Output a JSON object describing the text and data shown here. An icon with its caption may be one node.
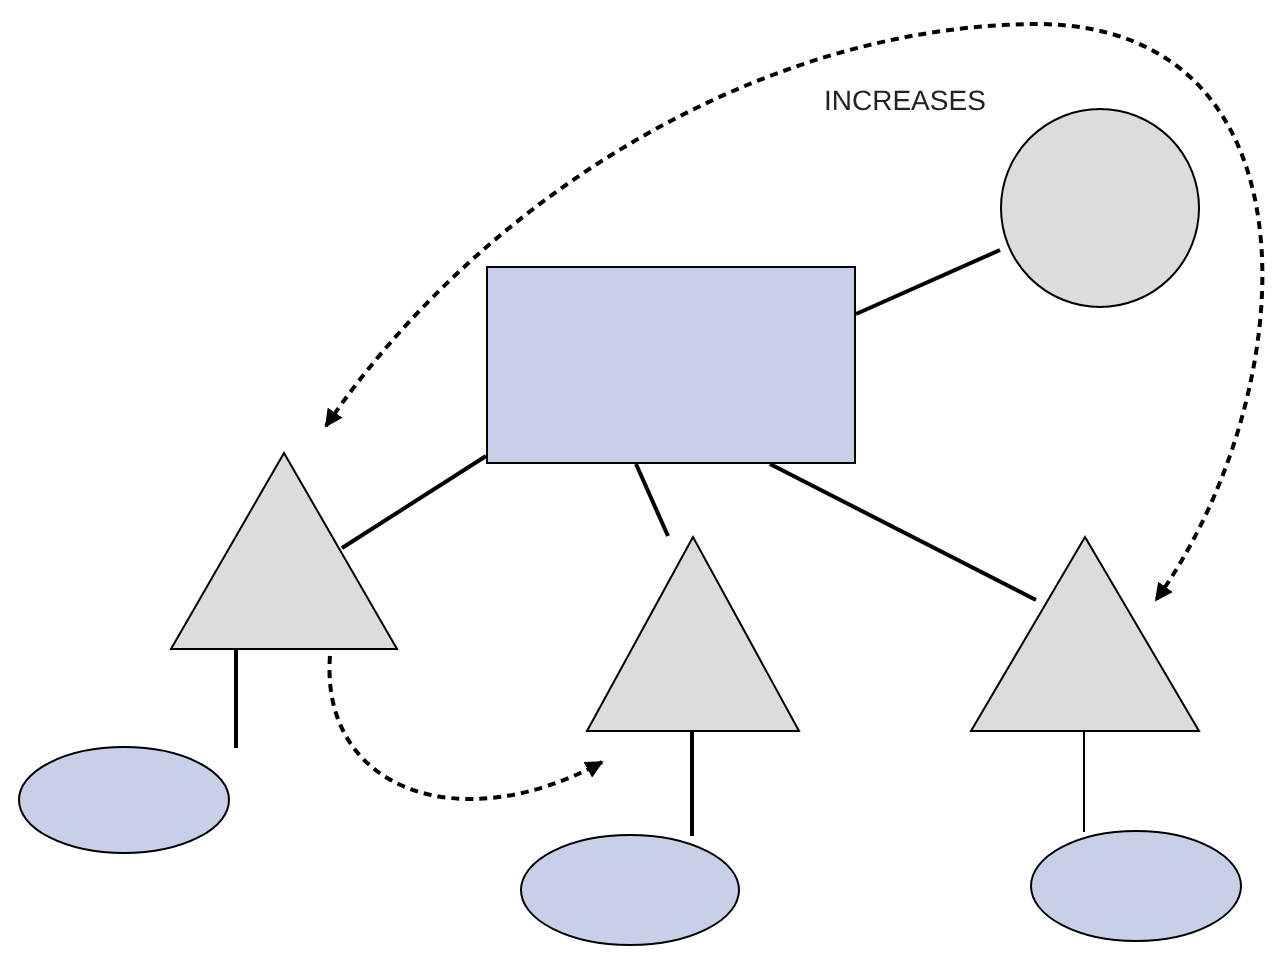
{
  "diagram": {
    "nodes": [
      {
        "text": [],
        "shape": "box"
      },
      {
        "text": [],
        "shape": "circle"
      },
      {
        "text": [],
        "shape": "triangle"
      },
      {
        "text": [],
        "shape": "triangle"
      },
      {
        "text": [],
        "shape": "triangle"
      },
      {
        "text": [],
        "shape": "ellipse"
      },
      {
        "text": [],
        "shape": "ellipse"
      },
      {
        "text": [],
        "shape": "ellipse"
      }
    ],
    "edges": [
      {
        "from": 0,
        "to": 1,
        "arrow": "none"
      },
      {
        "from": 0,
        "to": 2,
        "arrow": "none"
      },
      {
        "from": 0,
        "to": 3,
        "arrow": "none"
      },
      {
        "from": 0,
        "to": 4,
        "arrow": "none"
      },
      {
        "from": 2,
        "to": 5,
        "arrow": "none"
      },
      {
        "from": 3,
        "to": 6,
        "arrow": "none"
      },
      {
        "from": 4,
        "to": 7,
        "arrow": "none"
      },
      {
        "from": 2,
        "to": 4,
        "arrow": "both",
        "label": "INCREASES",
        "style": "dashed"
      },
      {
        "from": 2,
        "to": 3,
        "arrow": "to",
        "style": "dashed"
      }
    ]
  }
}
